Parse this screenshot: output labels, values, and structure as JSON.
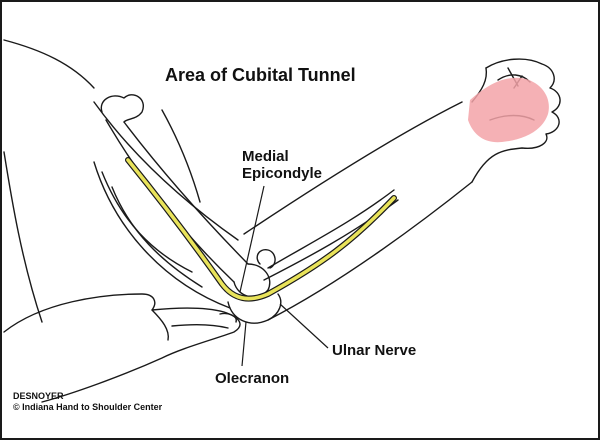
{
  "title": "Area of Cubital Tunnel",
  "labels": {
    "medial_line1": "Medial",
    "medial_line2": "Epicondyle",
    "ulnar": "Ulnar Nerve",
    "olecranon": "Olecranon"
  },
  "credit": {
    "line1": "DESNOYER",
    "line2": "© Indiana Hand to Shoulder Center"
  },
  "colors": {
    "outline": "#1a1a1a",
    "nerve": "#e9e35a",
    "hand_highlight": "#f3a3a8",
    "background": "#ffffff"
  }
}
